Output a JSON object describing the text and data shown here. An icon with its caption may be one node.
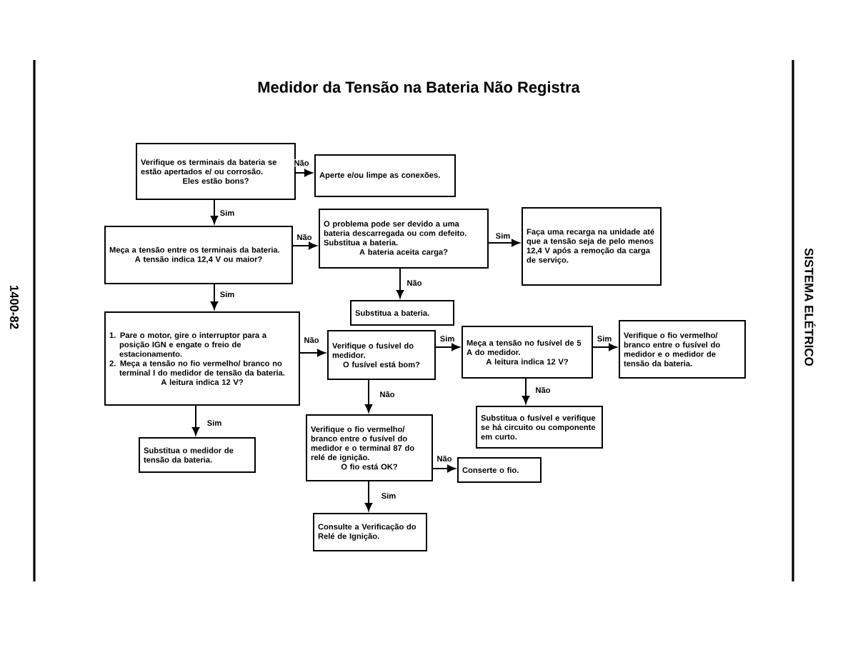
{
  "diagram": {
    "title": "Medidor da Tensão na Bateria Não Registra",
    "nodes": [
      {
        "text": [
          "Verifique os terminais da bateria se estão apertados e/ ou corrosão.",
          "Eles estão bons?"
        ]
      },
      {
        "text": [
          "Aperte e/ou limpe as conexões."
        ]
      },
      {
        "text": [
          "Meça a tensão entre os terminais da bateria.",
          "A tensão indica 12,4 V ou maior?"
        ]
      },
      {
        "text": [
          "O problema pode ser devido a uma bateria descarregada ou com defeito. Substitua a bateria.",
          "A bateria aceita carga?"
        ]
      },
      {
        "text": [
          "Faça uma recarga na unidade até que a tensão seja de pelo menos 12,4 V após a remoção da carga de serviço."
        ]
      },
      {
        "text": [
          "Substitua a bateria."
        ]
      },
      {
        "text": [
          "1. Pare o motor, gire o interruptor para a posição IGN e engate o freio de estacionamento.",
          "2. Meça a tensão no fio vermelho/ branco no terminal I do medidor de tensão da bateria.",
          "A leitura indica 12 V?"
        ]
      },
      {
        "text": [
          "Verifique o fusível do medidor.",
          "O fusível está bom?"
        ]
      },
      {
        "text": [
          "Meça a tensão no fusível de 5 A do medidor.",
          "A leitura indica 12 V?"
        ]
      },
      {
        "text": [
          "Verifique o fio vermelho/ branco entre o fusível do medidor e o medidor de tensão da bateria."
        ]
      },
      {
        "text": [
          "Substitua o fusível e verifique se há circuito ou componente em curto."
        ]
      },
      {
        "text": [
          "Verifique o fio vermelho/ branco entre o fusível do medidor e o terminal 87 do relé de ignição.",
          "O fio está OK?"
        ]
      },
      {
        "text": [
          "Conserte o fio."
        ]
      },
      {
        "text": [
          "Substitua o medidor de tensão da bateria."
        ]
      },
      {
        "text": [
          "Consulte a Verificação do Relé de Ignição."
        ]
      }
    ],
    "edges": [
      {
        "from": 0,
        "to": 1,
        "arrow": "to",
        "label": "Não"
      },
      {
        "from": 0,
        "to": 2,
        "arrow": "to",
        "label": "Sim"
      },
      {
        "from": 2,
        "to": 3,
        "arrow": "to",
        "label": "Não"
      },
      {
        "from": 3,
        "to": 4,
        "arrow": "to",
        "label": "Sim"
      },
      {
        "from": 3,
        "to": 5,
        "arrow": "to",
        "label": "Não"
      },
      {
        "from": 2,
        "to": 6,
        "arrow": "to",
        "label": "Sim"
      },
      {
        "from": 6,
        "to": 7,
        "arrow": "to",
        "label": "Não"
      },
      {
        "from": 6,
        "to": 13,
        "arrow": "to",
        "label": "Sim"
      },
      {
        "from": 7,
        "to": 8,
        "arrow": "to",
        "label": "Sim"
      },
      {
        "from": 7,
        "to": 11,
        "arrow": "to",
        "label": "Não"
      },
      {
        "from": 8,
        "to": 9,
        "arrow": "to",
        "label": "Sim"
      },
      {
        "from": 8,
        "to": 10,
        "arrow": "to",
        "label": "Não"
      },
      {
        "from": 11,
        "to": 12,
        "arrow": "to",
        "label": "Não"
      },
      {
        "from": 11,
        "to": 14,
        "arrow": "to",
        "label": "Sim"
      }
    ],
    "labels": [
      "1400-82",
      "SISTEMA ELÉTRICO"
    ]
  }
}
